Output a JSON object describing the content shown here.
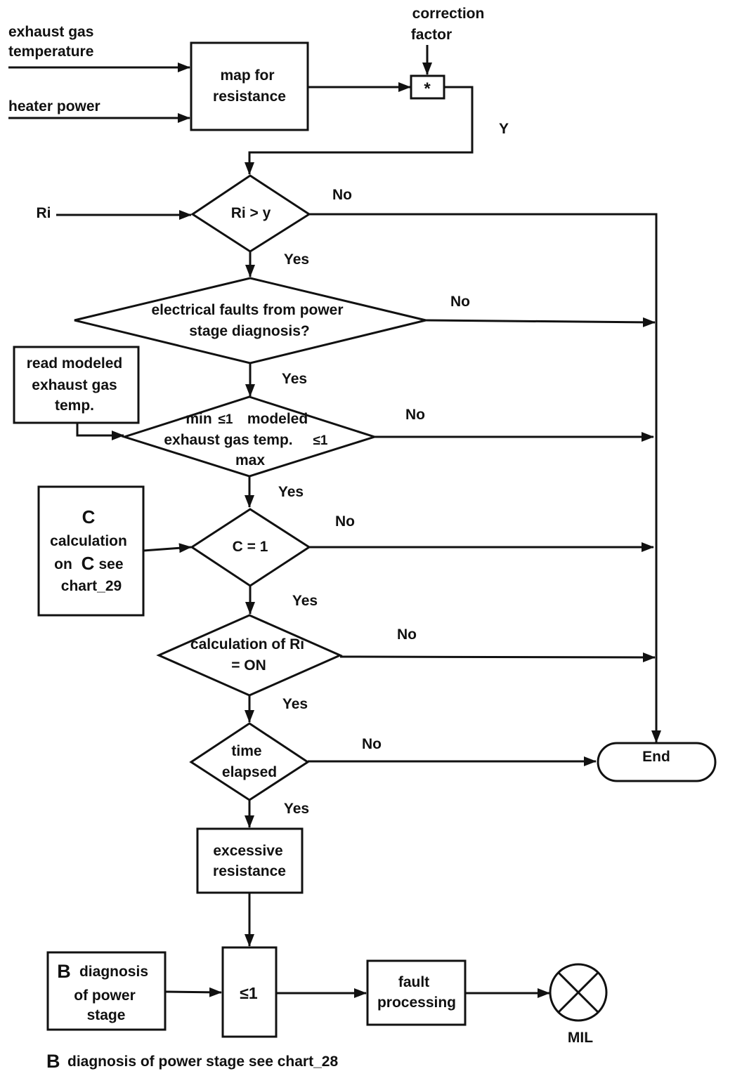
{
  "inputs": {
    "exhaust_gas_temperature": [
      "exhaust gas",
      "temperature"
    ],
    "heater_power": "heater power",
    "correction_factor": [
      "correction",
      "factor"
    ],
    "ri": "Ri",
    "y": "Y"
  },
  "nodes": {
    "map_for_resistance": [
      "map for",
      "resistance"
    ],
    "multiply": "*",
    "ri_gt_y": "Ri > y",
    "electrical_faults": [
      "electrical faults from power",
      "stage diagnosis?"
    ],
    "read_modeled_temp": [
      "read modeled",
      "exhaust gas",
      "temp."
    ],
    "min_max_check": [
      "min",
      "modeled",
      "exhaust gas temp.",
      "max"
    ],
    "min_max_symbol": "≤1",
    "c_calc_letter": "C",
    "c_calc_text": [
      "calculation",
      "on",
      "see",
      "chart_29"
    ],
    "c_eq_1": "C = 1",
    "calc_of_ri": [
      "calculation of Ri",
      "= ON"
    ],
    "time_elapsed": [
      "time",
      "elapsed"
    ],
    "end": "End",
    "excessive_resistance": [
      "excessive",
      "resistance"
    ],
    "b_diag_letter": "B",
    "b_diag_text": [
      "diagnosis",
      "of power",
      "stage"
    ],
    "or_gate": "≤1",
    "fault_processing": [
      "fault",
      "processing"
    ],
    "mil": "MIL"
  },
  "branch_labels": {
    "yes": "Yes",
    "no": "No"
  },
  "footnote": {
    "letter": "B",
    "text": "diagnosis of power stage see chart_28"
  }
}
